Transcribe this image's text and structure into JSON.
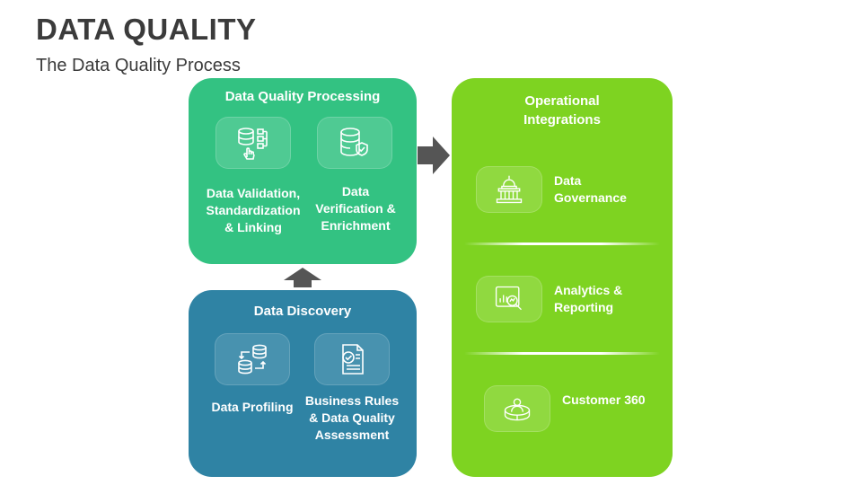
{
  "header": {
    "title": "DATA QUALITY",
    "subtitle": "The Data Quality Process"
  },
  "processing": {
    "title": "Data Quality Processing",
    "items": [
      {
        "label": "Data Validation, Standardization & Linking",
        "icon": "data-validation-icon"
      },
      {
        "label": "Data Verification & Enrichment",
        "icon": "database-check-icon"
      }
    ]
  },
  "discovery": {
    "title": "Data Discovery",
    "items": [
      {
        "label": "Data Profiling",
        "icon": "database-transfer-icon"
      },
      {
        "label": "Business Rules & Data Quality Assessment",
        "icon": "checklist-document-icon"
      }
    ]
  },
  "integrations": {
    "title": "Operational Integrations",
    "items": [
      {
        "label": "Data Governance",
        "icon": "capitol-building-icon"
      },
      {
        "label": "Analytics & Reporting",
        "icon": "analytics-magnifier-icon"
      },
      {
        "label": "Customer 360",
        "icon": "customer-360-icon"
      }
    ]
  },
  "colors": {
    "processing": "#33c282",
    "discovery": "#2f83a4",
    "integrations": "#7ed321",
    "arrow": "#555555",
    "title_text": "#3b3b3b"
  }
}
